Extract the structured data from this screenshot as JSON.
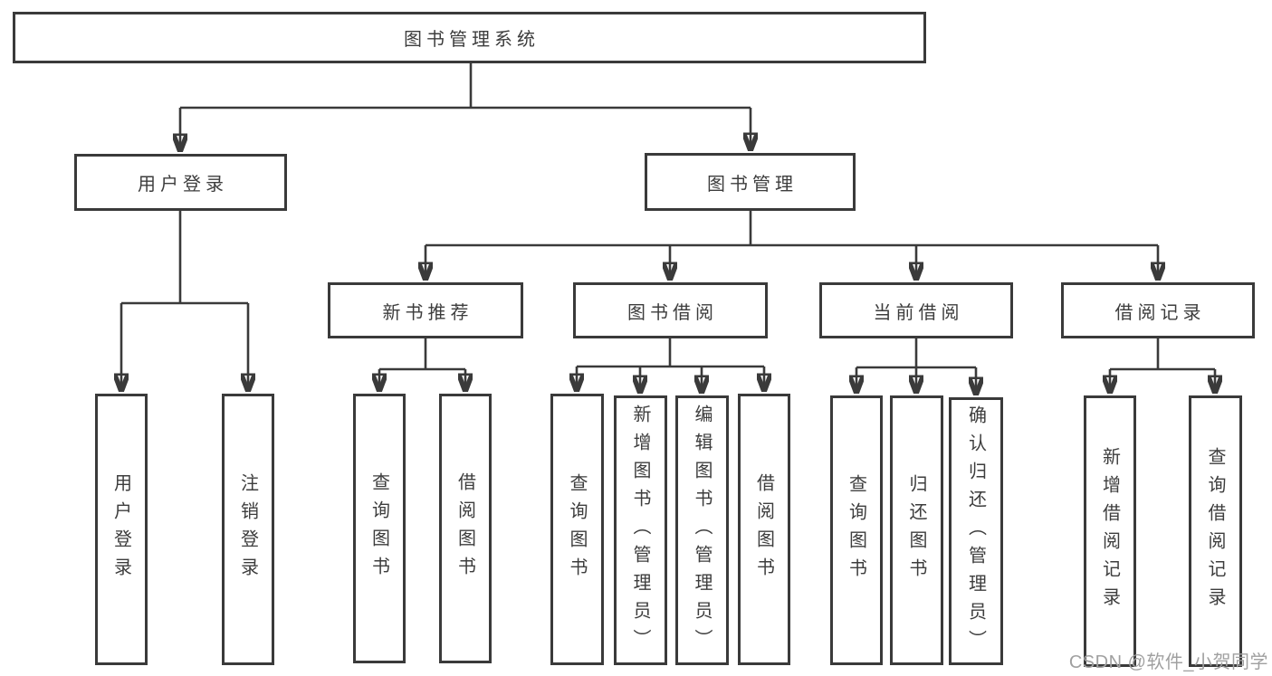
{
  "diagram": {
    "root": "图书管理系统",
    "branches": {
      "user": {
        "label": "用户登录",
        "children": {
          "login": "用户登录",
          "logout": "注销登录"
        }
      },
      "books": {
        "label": "图书管理",
        "sections": {
          "recommend": {
            "label": "新书推荐",
            "children": {
              "query": "查询图书",
              "borrow": "借阅图书"
            }
          },
          "borrowing": {
            "label": "图书借阅",
            "children": {
              "query": "查询图书",
              "add": "新增图书（管理员）",
              "edit": "编辑图书（管理员）",
              "borrow": "借阅图书"
            }
          },
          "current": {
            "label": "当前借阅",
            "children": {
              "query": "查询图书",
              "return": "归还图书",
              "confirm": "确认归还（管理员）"
            }
          },
          "records": {
            "label": "借阅记录",
            "children": {
              "add": "新增借阅记录",
              "query": "查询借阅记录"
            }
          }
        }
      }
    }
  },
  "watermark": "CSDN @软件_小贺同学",
  "colors": {
    "line": "#3a3a3a",
    "text": "#3d3d3d",
    "watermark": "#a0a0a0",
    "background": "#ffffff"
  }
}
